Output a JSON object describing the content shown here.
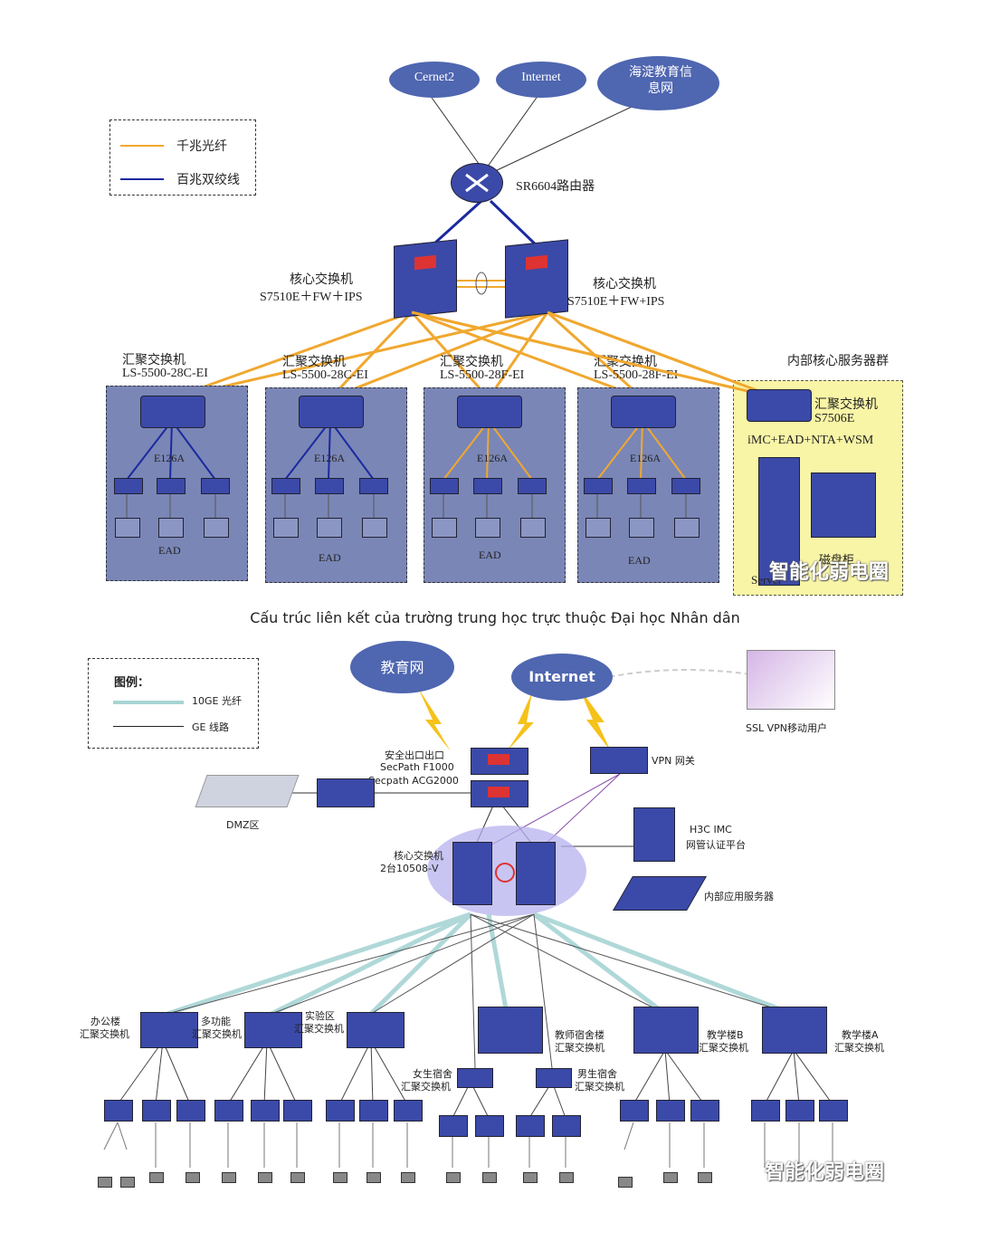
{
  "top": {
    "clouds": {
      "cernet": "Cernet2",
      "internet": "Internet",
      "haidian": "海淀教育信息网"
    },
    "legend": {
      "fiber": "千兆光纤",
      "twisted": "百兆双绞线"
    },
    "router": "SR6604路由器",
    "core_left": {
      "line1": "核心交换机",
      "line2": "S7510E＋FW＋IPS"
    },
    "core_right": {
      "line1": "核心交换机",
      "line2": "S7510E＋FW+IPS"
    },
    "agg": [
      {
        "line1": "汇聚交换机",
        "line2": "LS-5500-28C-EI",
        "access": "E126A",
        "ead": "EAD"
      },
      {
        "line1": "汇聚交换机",
        "line2": "LS-5500-28C-EI",
        "access": "E126A",
        "ead": "EAD"
      },
      {
        "line1": "汇聚交换机",
        "line2": "LS-5500-28F-EI",
        "access": "E126A",
        "ead": "EAD"
      },
      {
        "line1": "汇聚交换机",
        "line2": "LS-5500-28F-EI",
        "access": "E126A",
        "ead": "EAD"
      }
    ],
    "server_group": {
      "title": "内部核心服务器群",
      "sw1": "汇聚交换机",
      "sw2": "S7506E",
      "services": "iMC+EAD+NTA+WSM",
      "storage": "磁盘柜",
      "server": "Server"
    },
    "watermark": "智能化弱电圈"
  },
  "caption": "Cấu trúc liên kết của trường trung học trực thuộc Đại học Nhân dân",
  "bottom": {
    "legend": {
      "title": "图例：",
      "fiber": "10GE 光纤",
      "ge": "GE 线路"
    },
    "clouds": {
      "edu": "教育网",
      "internet": "Internet"
    },
    "ssl_user": "SSL VPN移动用户",
    "exit": {
      "line1": "安全出口出口",
      "line2": "SecPath F1000",
      "line3": "Secpath ACG2000"
    },
    "vpn": "VPN 网关",
    "dmz": "DMZ区",
    "core": {
      "line1": "核心交换机",
      "line2": "2台10508-V"
    },
    "imc": {
      "line1": "H3C IMC",
      "line2": "网管认证平台"
    },
    "app_server": "内部应用服务器",
    "agg": [
      {
        "line1": "办公楼",
        "line2": "汇聚交换机"
      },
      {
        "line1": "多功能",
        "line2": "汇聚交换机"
      },
      {
        "line1": "实验区",
        "line2": "汇聚交换机"
      },
      {
        "line1": "教师宿舍楼",
        "line2": "汇聚交换机"
      },
      {
        "line1": "教学楼B",
        "line2": "汇聚交换机"
      },
      {
        "line1": "教学楼A",
        "line2": "汇聚交换机"
      }
    ],
    "dorm_f": {
      "line1": "女生宿舍",
      "line2": "汇聚交换机"
    },
    "dorm_m": {
      "line1": "男生宿舍",
      "line2": "汇聚交换机"
    },
    "watermark": "智能化弱电圈"
  },
  "colors": {
    "fiber": "#f0a830",
    "copper": "#1a2aa0",
    "device": "#3b4aa8",
    "panel": "#7a86b6",
    "cloud": "#4f66b0"
  }
}
